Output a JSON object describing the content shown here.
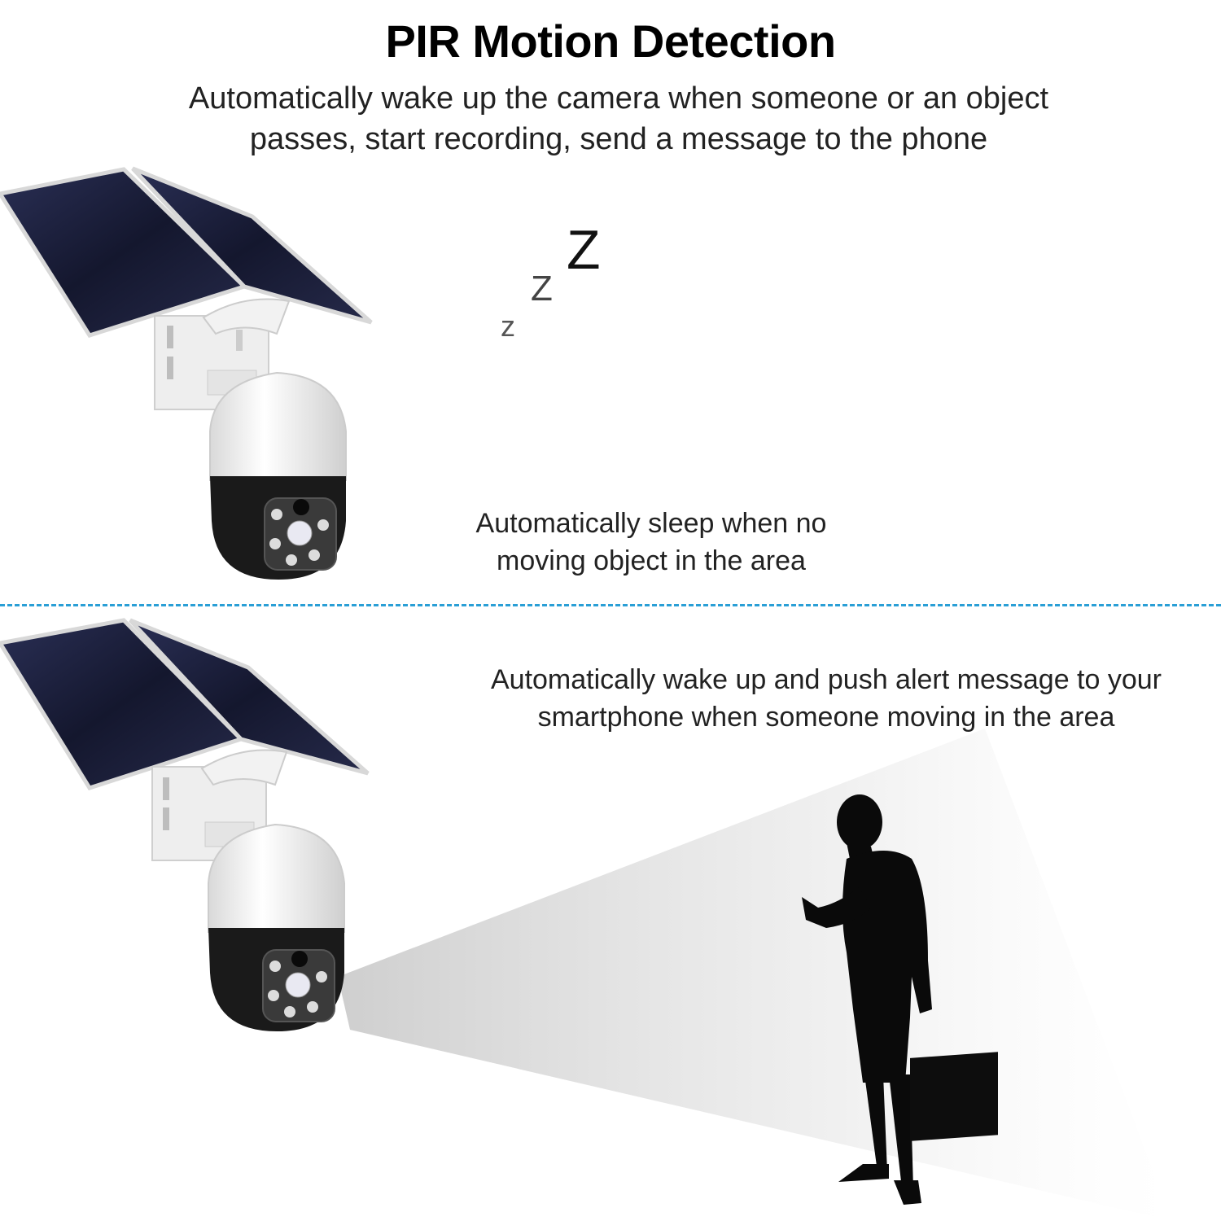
{
  "header": {
    "title": "PIR Motion Detection",
    "subtitle_line1": "Automatically wake up the camera when someone or an object",
    "subtitle_line2": "passes, start recording, send a message to the phone"
  },
  "sleep_section": {
    "caption_line1": "Automatically sleep when no",
    "caption_line2": "moving object in the area",
    "z_small": "z",
    "z_medium": "Z",
    "z_large": "Z"
  },
  "wake_section": {
    "caption_line1": "Automatically wake up and push alert message to your",
    "caption_line2": "smartphone when someone moving in the area"
  },
  "colors": {
    "divider": "#2a9fd6",
    "panel": "#1c1f3a",
    "camera_dark": "#1a1a1a",
    "silhouette": "#0a0a0a"
  }
}
